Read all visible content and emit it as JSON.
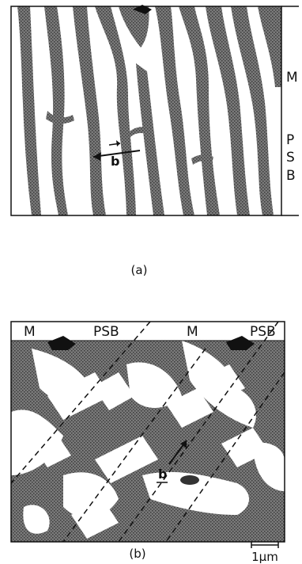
{
  "panel_a": {
    "label_matrix": "M",
    "label_psb_p": "P",
    "label_psb_s": "S",
    "label_psb_b": "B",
    "burgers_vector": "b",
    "caption": "(a)"
  },
  "panel_b": {
    "label_m_left": "M",
    "label_psb_left": "PSB",
    "label_m_right": "M",
    "label_psb_right": "PSB",
    "burgers_vector": "b",
    "caption": "(b)",
    "scale_bar_label": "1μm"
  },
  "colors": {
    "ink": "#111111",
    "paper": "#ffffff",
    "dislocation_rich": "#6a6a6a"
  }
}
